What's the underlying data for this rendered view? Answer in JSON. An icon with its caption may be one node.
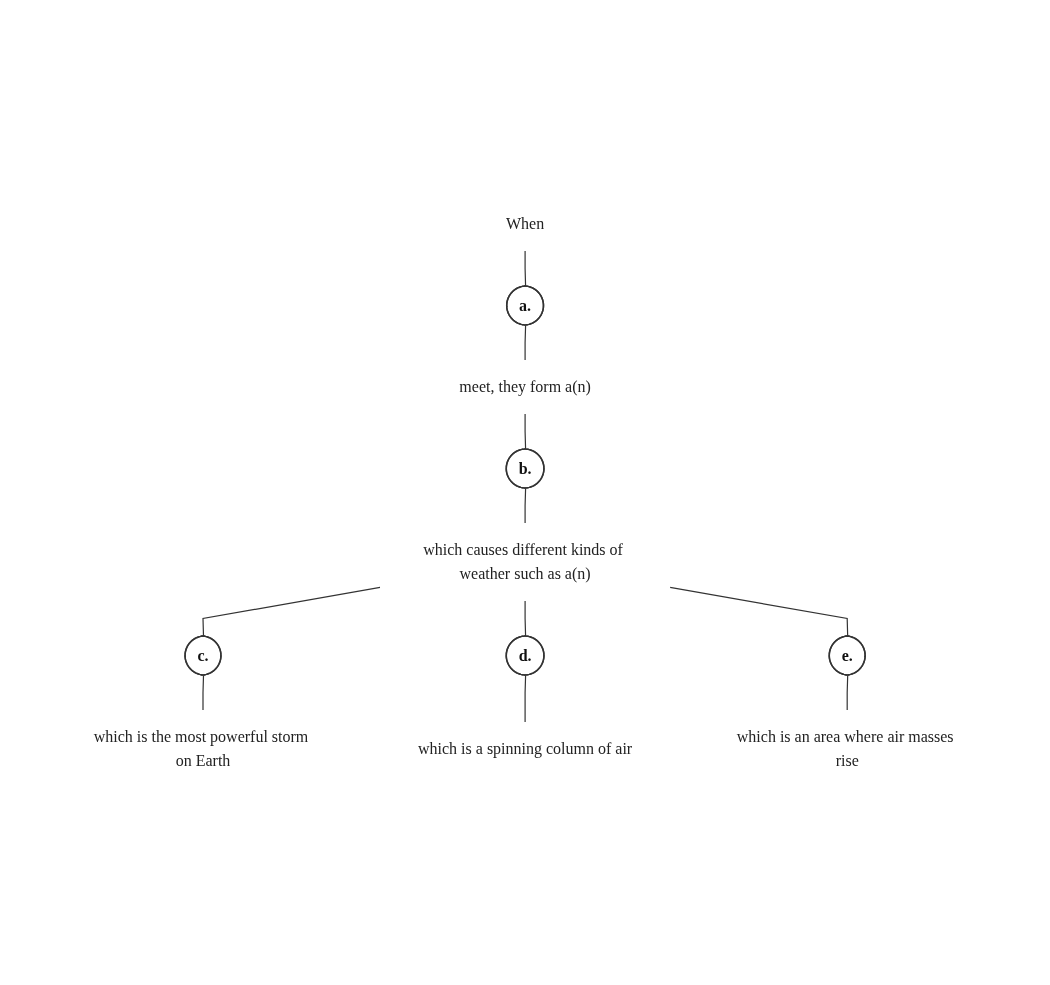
{
  "diagram": {
    "nodes": [
      {
        "text": [
          "When"
        ]
      },
      {
        "text": [
          "a."
        ]
      },
      {
        "text": [
          "meet, they form a(n)"
        ]
      },
      {
        "text": [
          "b."
        ]
      },
      {
        "text": [
          "which causes different kinds of weather such as a(n)"
        ]
      },
      {
        "text": [
          "c."
        ]
      },
      {
        "text": [
          "d."
        ]
      },
      {
        "text": [
          "e."
        ]
      },
      {
        "text": [
          "which is the most powerful storm on Earth"
        ]
      },
      {
        "text": [
          "which is a spinning column of air"
        ]
      },
      {
        "text": [
          "which is an area where air masses rise"
        ]
      }
    ],
    "edges": [
      {
        "from": 0,
        "to": 1,
        "arrow": "none"
      },
      {
        "from": 1,
        "to": 2,
        "arrow": "none"
      },
      {
        "from": 2,
        "to": 3,
        "arrow": "none"
      },
      {
        "from": 3,
        "to": 4,
        "arrow": "none"
      },
      {
        "from": 4,
        "to": 5,
        "arrow": "none"
      },
      {
        "from": 4,
        "to": 6,
        "arrow": "none"
      },
      {
        "from": 4,
        "to": 7,
        "arrow": "none"
      },
      {
        "from": 5,
        "to": 8,
        "arrow": "none"
      },
      {
        "from": 6,
        "to": 9,
        "arrow": "none"
      },
      {
        "from": 7,
        "to": 10,
        "arrow": "none"
      }
    ]
  }
}
